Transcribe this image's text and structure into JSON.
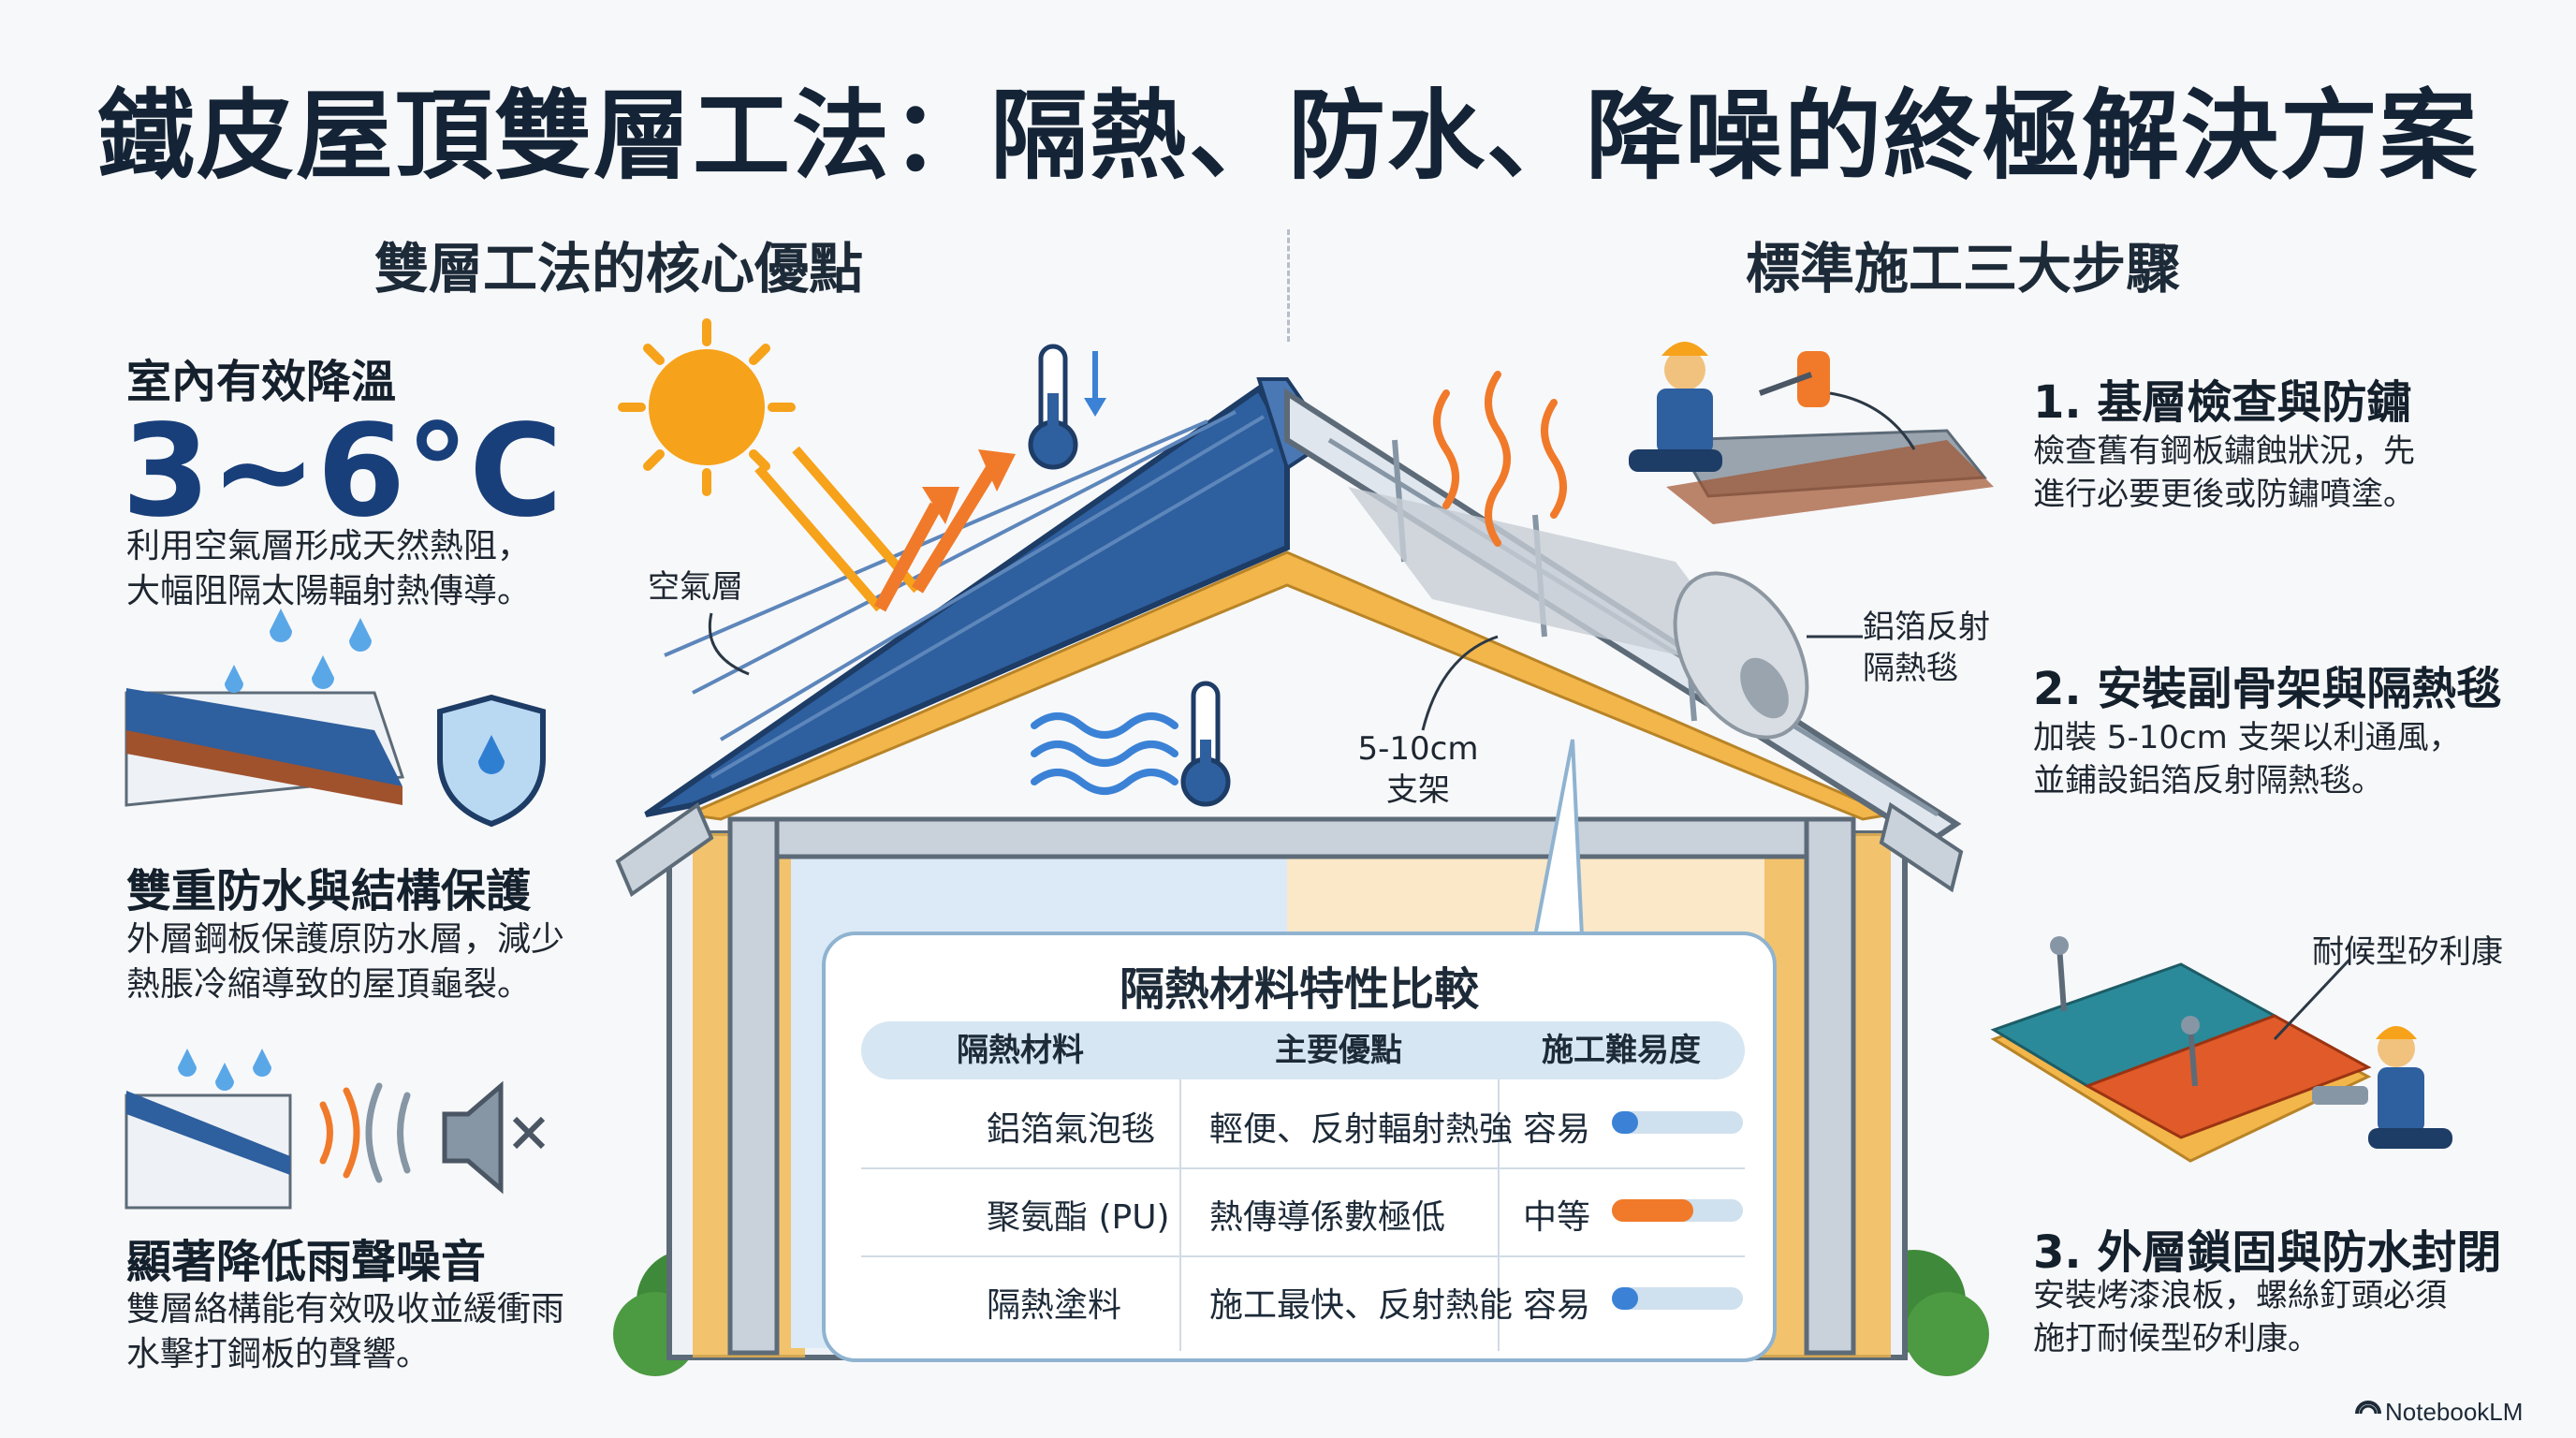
{
  "title": "鐵皮屋頂雙層工法：隔熱、防水、降噪的終極解決方案",
  "left_section": {
    "heading": "雙層工法的核心優點",
    "advantages": [
      {
        "title": "室內有效降溫",
        "stat": "3~6°C",
        "desc_line1": "利用空氣層形成天然熱阻，",
        "desc_line2": "大幅阻隔太陽輻射熱傳導。"
      },
      {
        "title": "雙重防水與結構保護",
        "desc_line1": "外層鋼板保護原防水層，減少",
        "desc_line2": "熱脹冷縮導致的屋頂龜裂。"
      },
      {
        "title": "顯著降低雨聲噪音",
        "desc_line1": "雙層絡構能有效吸收並緩衝雨",
        "desc_line2": "水擊打鋼板的聲響。"
      }
    ]
  },
  "right_section": {
    "heading": "標準施工三大步驟",
    "steps": [
      {
        "title": "1. 基層檢查與防鏽",
        "desc_line1": "檢查舊有鋼板鏽蝕狀況，先",
        "desc_line2": "進行必要更後或防鏽噴塗。"
      },
      {
        "title": "2. 安裝副骨架與隔熱毯",
        "desc_line1": "加裝 5-10cm 支架以利通風，",
        "desc_line2": "並鋪設鋁箔反射隔熱毯。"
      },
      {
        "title": "3. 外層鎖固與防水封閉",
        "desc_line1": "安裝烤漆浪板，螺絲釘頭必須",
        "desc_line2": "施打耐候型矽利康。"
      }
    ]
  },
  "callouts": {
    "air_layer": "空氣層",
    "bracket_line1": "5-10cm",
    "bracket_line2": "支架",
    "foil_line1": "鋁箔反射",
    "foil_line2": "隔熱毯",
    "silicone": "耐候型矽利康"
  },
  "table": {
    "title": "隔熱材料特性比較",
    "headers": [
      "隔熱材料",
      "主要優點",
      "施工難易度"
    ],
    "rows": [
      {
        "material": "鋁箔氣泡毯",
        "advantage": "輕便、反射輻射熱強",
        "difficulty": "容易",
        "level": 0.2,
        "color": "#3b82d6",
        "icon": "foil-roll-icon"
      },
      {
        "material": "聚氨酯 (PU)",
        "advantage": "熱傳導係數極低",
        "difficulty": "中等",
        "level": 0.62,
        "color": "#f07a2a",
        "icon": "pu-foam-block-icon"
      },
      {
        "material": "隔熱塗料",
        "advantage": "施工最快、反射熱能",
        "difficulty": "容易",
        "level": 0.2,
        "color": "#3b82d6",
        "icon": "paint-brush-icon"
      }
    ]
  },
  "brand": "NotebookLM",
  "colors": {
    "roof_blue": "#2e5f9e",
    "insulation": "#f3b64a",
    "accent_orange": "#f07a2a",
    "title_navy": "#183f7a"
  }
}
